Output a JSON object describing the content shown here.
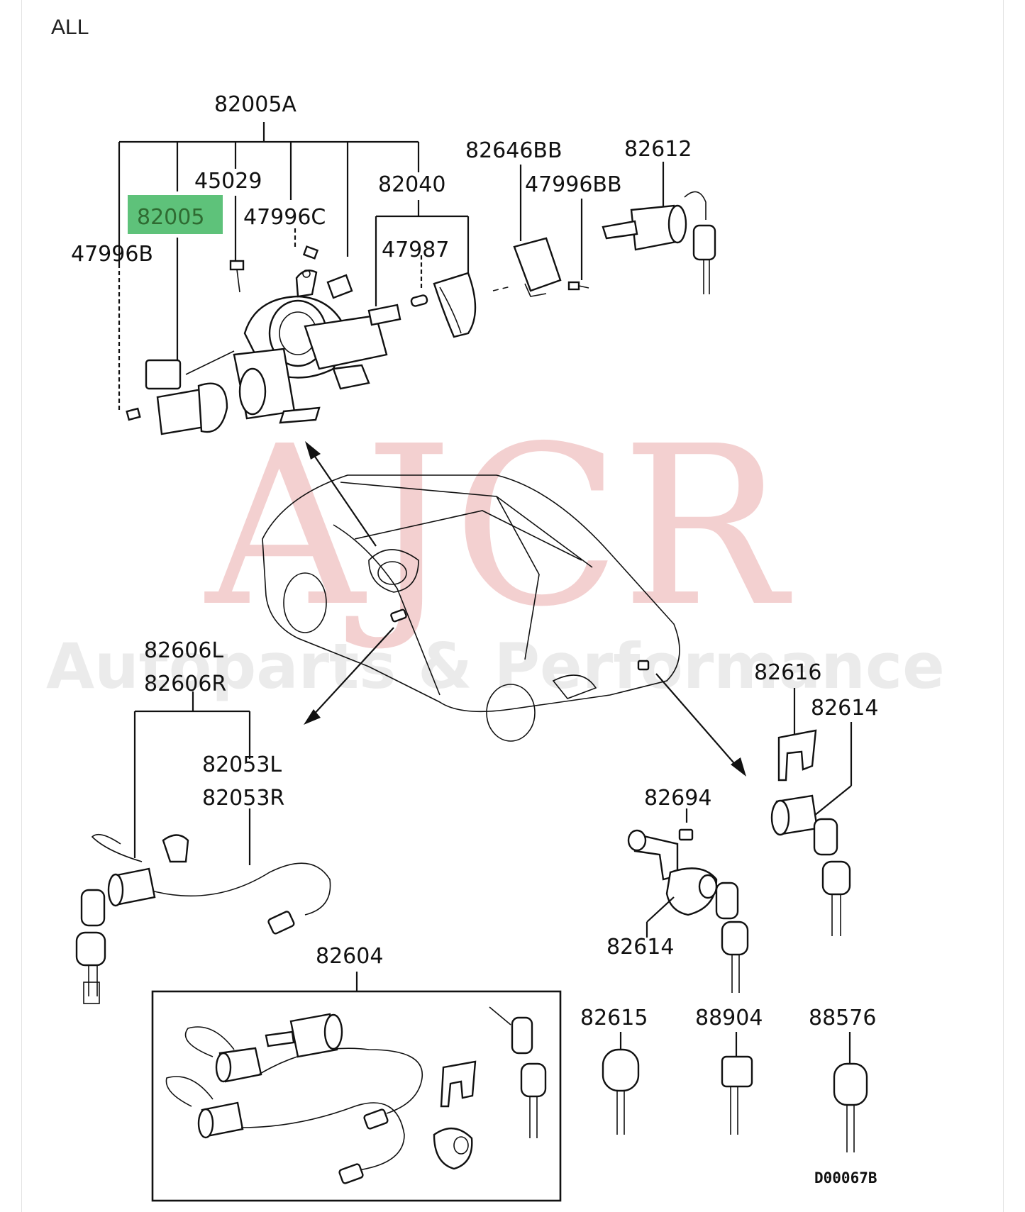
{
  "scope_label": "ALL",
  "watermark": {
    "main": "AJCR",
    "sub": "Autoparts & Performance"
  },
  "highlight": {
    "part_number": "82005",
    "color": "#5ec27a"
  },
  "labels": {
    "p82005A": "82005A",
    "p45029": "45029",
    "p82005": "82005",
    "p47996C": "47996C",
    "p47996B": "47996B",
    "p82040": "82040",
    "p47987": "47987",
    "p82646BB": "82646BB",
    "p47996BB": "47996BB",
    "p82612": "82612",
    "p82606L": "82606L",
    "p82606R": "82606R",
    "p82053L": "82053L",
    "p82053R": "82053R",
    "p82616": "82616",
    "p82614a": "82614",
    "p82694": "82694",
    "p82614b": "82614",
    "p82604": "82604",
    "p82615": "82615",
    "p88904": "88904",
    "p88576": "88576"
  },
  "diagram_code": "D00067B"
}
